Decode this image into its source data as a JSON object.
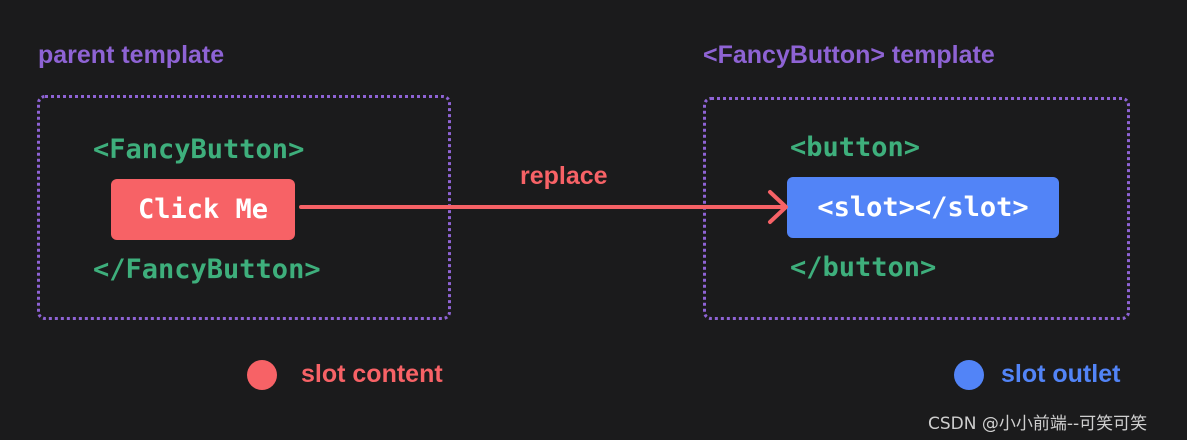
{
  "colors": {
    "background": "#1b1b1c",
    "purple": "#8e63d4",
    "green": "#3eaf7c",
    "red": "#f76266",
    "blue": "#5284f7",
    "white": "#ffffff"
  },
  "parent": {
    "title": "parent template",
    "open_tag": "<FancyButton>",
    "content": "Click Me",
    "close_tag": "</FancyButton>"
  },
  "child": {
    "title": "<FancyButton> template",
    "open_tag": "<button>",
    "slot": "<slot></slot>",
    "close_tag": "</button>"
  },
  "arrow": {
    "label": "replace"
  },
  "legend": {
    "content_label": "slot content",
    "outlet_label": "slot outlet"
  },
  "watermark": "CSDN @小小前端--可笑可笑"
}
